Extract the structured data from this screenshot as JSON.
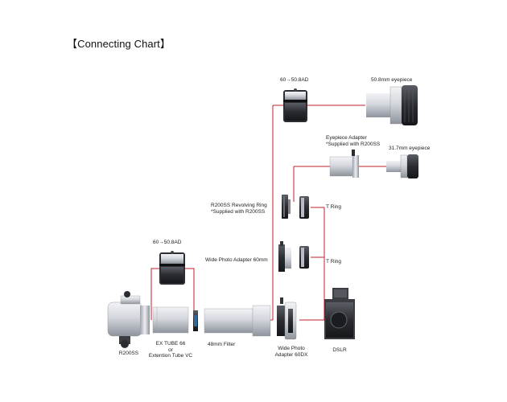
{
  "title": "【Connecting Chart】",
  "labels": {
    "adapter_top": "60→50.8AD",
    "eyepiece_508": "50.8mm eyepiece",
    "eyepiece_adapter_1": "Eyepiece Adapter",
    "eyepiece_adapter_2": "*Supplied with R200SS",
    "eyepiece_317": "31.7mm eyepiece",
    "revolving_ring_1": "R200SS Revolving Ring",
    "revolving_ring_2": "*Supplied with R200SS",
    "t_ring_upper": "T Ring",
    "adapter_left": "60→50.8AD",
    "wide_photo_adapter_60": "Wide Photo Adapter 60mm",
    "t_ring_lower": "T Ring",
    "r200ss": "R200SS",
    "ex_tube_1": "EX TUBE 66",
    "ex_tube_2": "or",
    "ex_tube_3": "Extention Tube VC",
    "filter_48": "48mm Filter",
    "wide_photo_60dx_1": "Wide Photo",
    "wide_photo_60dx_2": "Adapter 60DX",
    "dslr": "DSLR"
  },
  "colors": {
    "connector": "#c0202a",
    "metal_light": "#e6e8ec",
    "metal_mid": "#b4b8c0",
    "metal_dark": "#3a3c42",
    "text": "#222222"
  }
}
